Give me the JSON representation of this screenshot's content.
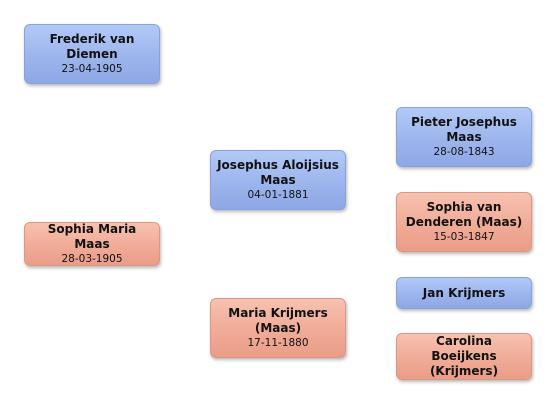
{
  "people": {
    "frederik": {
      "name": "Frederik van Diemen",
      "date": "23-04-1905"
    },
    "sophia_maria": {
      "name": "Sophia Maria Maas",
      "date": "28-03-1905"
    },
    "josephus": {
      "name": "Josephus Aloijsius Maas",
      "date": "04-01-1881"
    },
    "maria": {
      "name": "Maria Krijmers (Maas)",
      "date": "17-11-1880"
    },
    "pieter": {
      "name": "Pieter Josephus Maas",
      "date": "28-08-1843"
    },
    "sophia_denderen": {
      "name": "Sophia van Denderen (Maas)",
      "date": "15-03-1847"
    },
    "jan": {
      "name": "Jan Krijmers"
    },
    "carolina": {
      "name": "Carolina Boeijkens (Krijmers)"
    }
  },
  "colors": {
    "male": "#9db5ed",
    "female": "#f0ab97"
  }
}
